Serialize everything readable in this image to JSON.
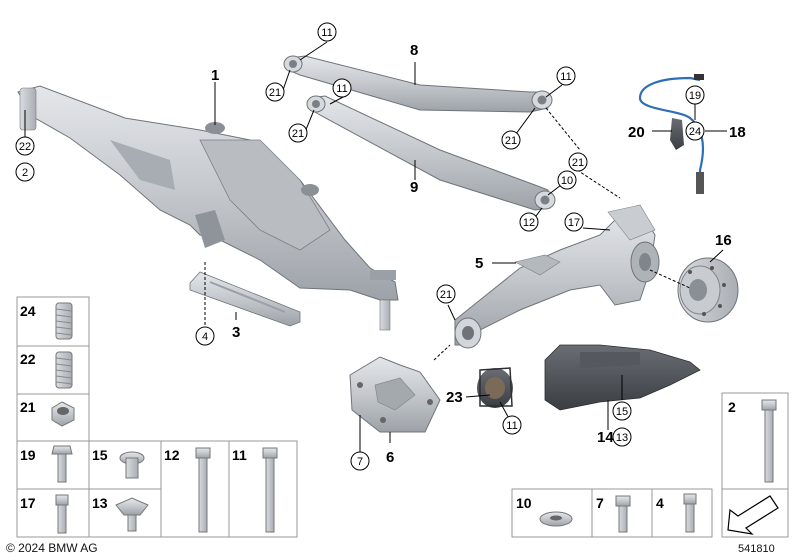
{
  "copyright": "© 2024 BMW AG",
  "doc_number": "541810",
  "callouts": {
    "c1": "1",
    "c2": "2",
    "c3": "3",
    "c4": "4",
    "c5": "5",
    "c6": "6",
    "c7": "7",
    "c8": "8",
    "c9": "9",
    "c10": "10",
    "c11a": "11",
    "c11b": "11",
    "c11c": "11",
    "c11d": "11",
    "c12": "12",
    "c13": "13",
    "c14": "14",
    "c15": "15",
    "c16": "16",
    "c17": "17",
    "c18": "18",
    "c19": "19",
    "c20": "20",
    "c21a": "21",
    "c21b": "21",
    "c21c": "21",
    "c21d": "21",
    "c21e": "21",
    "c22": "22",
    "c23": "23",
    "c24": "24"
  },
  "legend": {
    "c24": "24",
    "c22": "22",
    "c21": "21",
    "c19": "19",
    "c17": "17",
    "c15": "15",
    "c13": "13",
    "c12": "12",
    "c11": "11",
    "c2": "2",
    "c10": "10",
    "c7": "7",
    "c4": "4"
  }
}
